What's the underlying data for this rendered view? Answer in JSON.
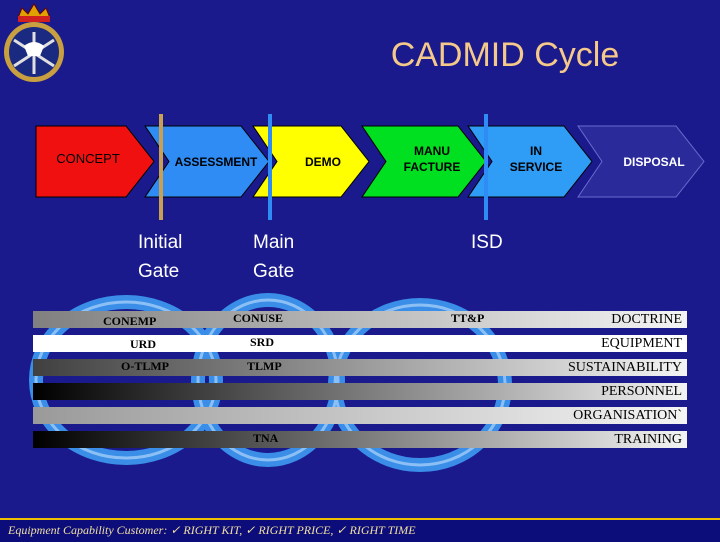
{
  "title": "CADMID Cycle",
  "phases": [
    {
      "label": "CONCEPT",
      "color": "#f01010",
      "text_color": "#000000"
    },
    {
      "label": "ASSESSMENT",
      "color": "#2f8cf5",
      "text_color": "#000000"
    },
    {
      "label": "DEMO",
      "color": "#ffff00",
      "text_color": "#000000"
    },
    {
      "label": "MANU\nFACTURE",
      "color": "#00e020",
      "text_color": "#000000"
    },
    {
      "label": "IN\nSERVICE",
      "color": "#2f9cf5",
      "text_color": "#000000"
    },
    {
      "label": "DISPOSAL",
      "color": "#2a2a9a",
      "text_color": "#ffffff"
    }
  ],
  "gates": {
    "initial": {
      "line1": "Initial",
      "line2": "Gate",
      "line_color": "#c8a050"
    },
    "main": {
      "line1": "Main",
      "line2": "Gate",
      "line_color": "#2f8cf5"
    },
    "isd": {
      "label": "ISD",
      "line_color": "#2f8cf5"
    }
  },
  "lines_of_development": [
    {
      "label": "DOCTRINE",
      "items": [
        "CONEMP",
        "CONUSE",
        "TT&P"
      ]
    },
    {
      "label": "EQUIPMENT",
      "items": [
        "URD",
        "SRD"
      ]
    },
    {
      "label": "SUSTAINABILITY",
      "items": [
        "O-TLMP",
        "TLMP"
      ]
    },
    {
      "label": "PERSONNEL",
      "items": []
    },
    {
      "label": "ORGANISATION`",
      "items": []
    },
    {
      "label": "TRAINING",
      "items": [
        "TNA"
      ]
    }
  ],
  "footer": {
    "text": "Equipment Capability Customer:  ✓ RIGHT KIT,  ✓ RIGHT PRICE,  ✓ RIGHT TIME"
  },
  "colors": {
    "background": "#1a1a8c",
    "title": "#f5c98a",
    "footer_rule": "#f0c000"
  }
}
